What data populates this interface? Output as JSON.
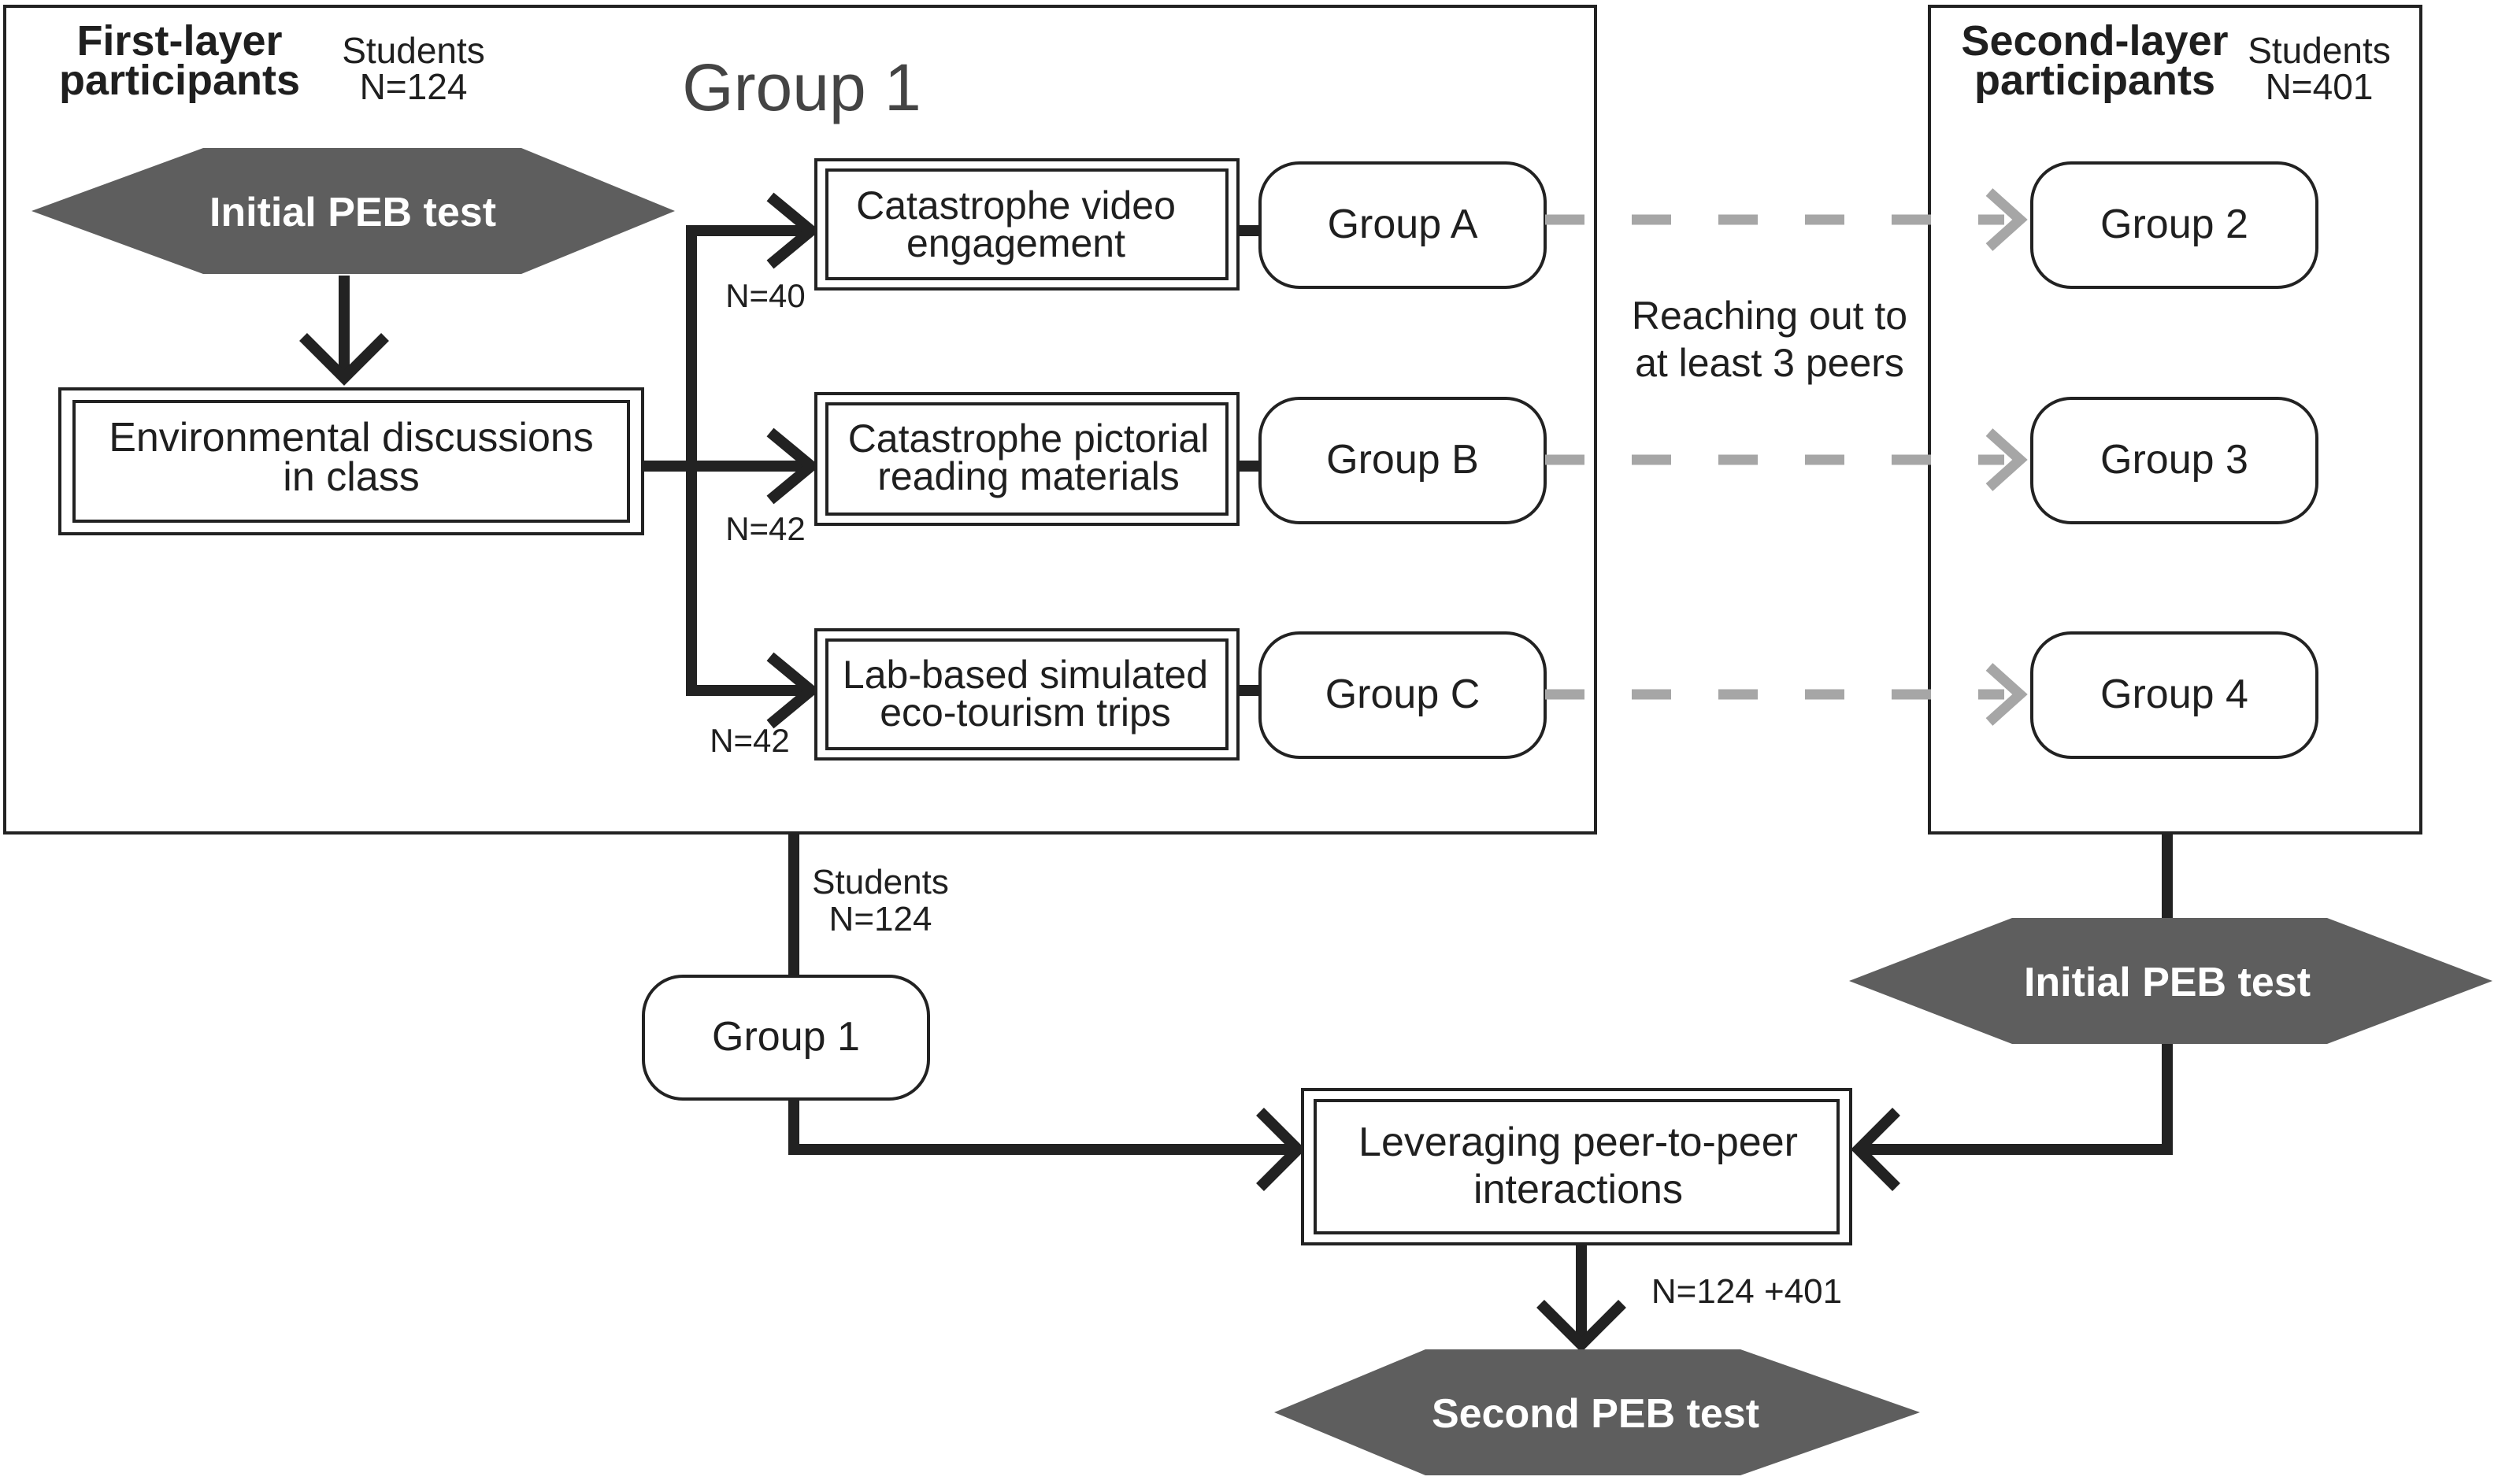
{
  "first_layer": {
    "title_line1": "First-layer",
    "title_line2": "participants",
    "students_label": "Students",
    "students_n": "N=124",
    "group_title": "Group 1"
  },
  "second_layer": {
    "title_line1": "Second-layer",
    "title_line2": "participants",
    "students_label": "Students",
    "students_n": "N=401"
  },
  "initial_test_1": "Initial PEB test",
  "discussion": {
    "line1": "Environmental discussions",
    "line2": "in class"
  },
  "treatments": [
    {
      "line1": "Catastrophe video",
      "line2": "engagement",
      "n": "N=40",
      "group": "Group A",
      "peer_group": "Group 2"
    },
    {
      "line1": "Catastrophe pictorial",
      "line2": "reading materials",
      "n": "N=42",
      "group": "Group B",
      "peer_group": "Group 3"
    },
    {
      "line1": "Lab-based simulated",
      "line2": "eco-tourism trips",
      "n": "N=42",
      "group": "Group C",
      "peer_group": "Group 4"
    }
  ],
  "reaching_out": {
    "line1": "Reaching out to",
    "line2": "at least 3 peers"
  },
  "lower": {
    "students_label": "Students",
    "students_n": "N=124",
    "group1": "Group 1",
    "initial_test_2": "Initial PEB test",
    "leveraging_line1": "Leveraging peer-to-peer",
    "leveraging_line2": "interactions",
    "combined_n": "N=124 +401",
    "second_test": "Second PEB test"
  },
  "colors": {
    "hexagon_fill": "#5e5e5e",
    "line": "#222222",
    "dashed": "#a6a6a6"
  }
}
